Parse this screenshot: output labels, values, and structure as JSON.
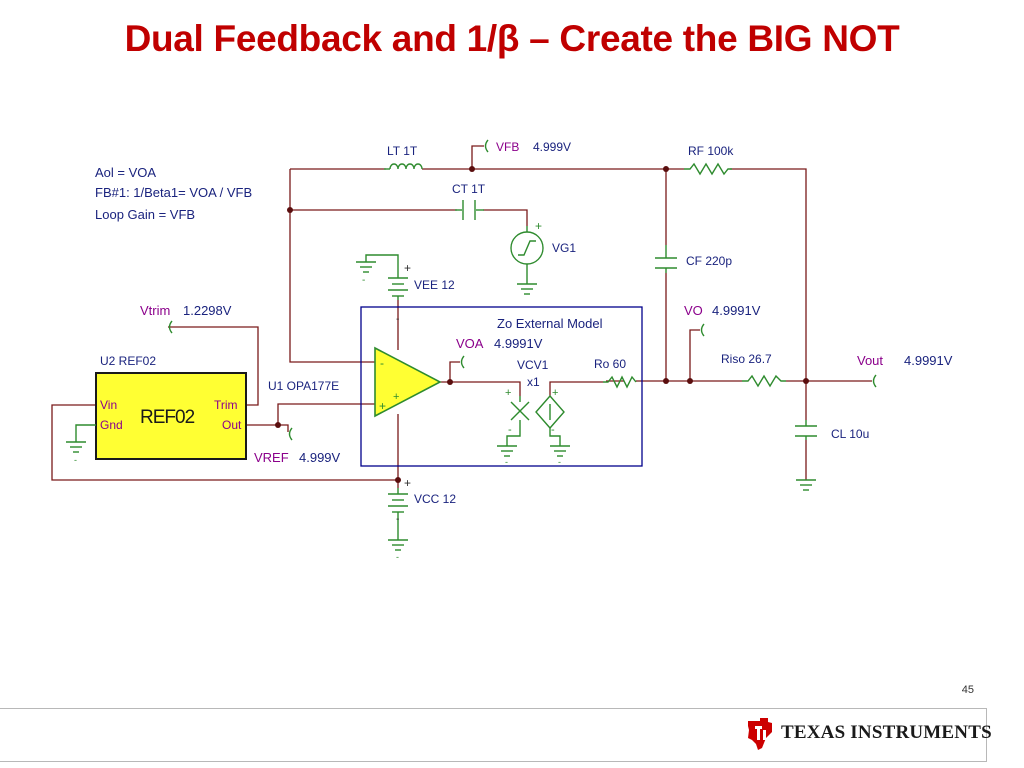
{
  "title": "Dual Feedback and 1/β – Create the BIG NOT",
  "colors": {
    "title": "#c00000",
    "wire": "#7a1a1a",
    "component": "#2e8b2e",
    "label_blue": "#1a237e",
    "label_purple": "#8b008b",
    "block_fill": "#ffff33",
    "opamp_fill": "#ffff33",
    "box_outline": "#00008b"
  },
  "annotations": {
    "line1": "Aol = VOA",
    "line2": "FB#1: 1/Beta1= VOA / VFB",
    "line3": "Loop Gain = VFB"
  },
  "components": {
    "lt": "LT 1T",
    "ct": "CT 1T",
    "rf": "RF 100k",
    "cf": "CF 220p",
    "vg1": "VG1",
    "vee": "VEE 12",
    "vcc": "VCC 12",
    "u1": "U1 OPA177E",
    "u2": "U2 REF02",
    "ref02_body": "REF02",
    "ref02_vin": "Vin",
    "ref02_gnd": "Gnd",
    "ref02_trim": "Trim",
    "ref02_out": "Out",
    "zo_model": "Zo External Model",
    "vcv1": "VCV1",
    "vcv1_gain": "x1",
    "ro": "Ro 60",
    "riso": "Riso 26.7",
    "cl": "CL 10u"
  },
  "probes": {
    "vfb_name": "VFB",
    "vfb_value": "4.999V",
    "vtrim_name": "Vtrim",
    "vtrim_value": "1.2298V",
    "voa_name": "VOA",
    "voa_value": "4.9991V",
    "vo_name": "VO",
    "vo_value": "4.9991V",
    "vout_name": "Vout",
    "vout_value": "4.9991V",
    "vref_name": "VREF",
    "vref_value": "4.999V"
  },
  "polarity": {
    "plus": "+",
    "minus": "-"
  },
  "footer": {
    "page_number": "45",
    "brand": "Texas Instruments"
  }
}
